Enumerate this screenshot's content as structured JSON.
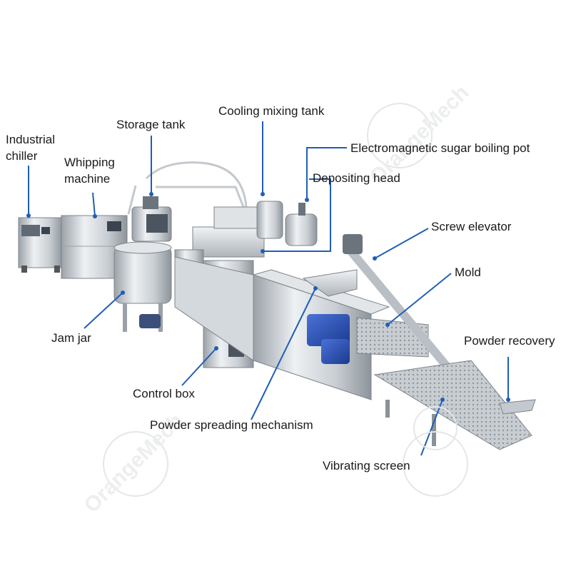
{
  "labels": {
    "industrial_chiller_1": "Industrial",
    "industrial_chiller_2": "chiller",
    "whipping_machine_1": "Whipping",
    "whipping_machine_2": "machine",
    "storage_tank": "Storage tank",
    "cooling_mixing_tank": "Cooling mixing tank",
    "sugar_boiling_pot": "Electromagnetic sugar boiling pot",
    "depositing_head": "Depositing head",
    "screw_elevator": "Screw elevator",
    "mold": "Mold",
    "powder_recovery": "Powder recovery",
    "jam_jar": "Jam jar",
    "control_box": "Control box",
    "powder_spreading": "Powder spreading mechanism",
    "vibrating_screen": "Vibrating screen"
  },
  "watermark": "OrangeMech",
  "colors": {
    "leader": "#1f5fb5",
    "steel_light": "#e6e9ec",
    "steel_mid": "#bfc5cb",
    "steel_dark": "#8a9199",
    "motor_blue": "#2a4fb8",
    "text": "#1a1a1a"
  }
}
